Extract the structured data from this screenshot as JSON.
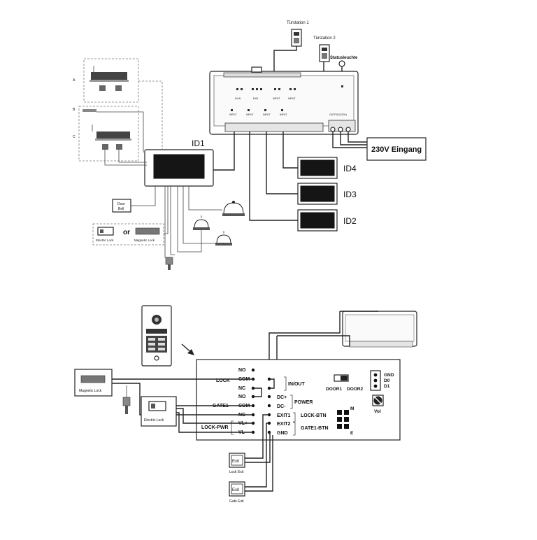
{
  "top": {
    "tuerstation1": "Türstation 1",
    "tuerstation2": "Türstation 2",
    "statusleuchte": "Statusleuchte",
    "id1": "ID1",
    "id2": "ID2",
    "id3": "ID3",
    "id4": "ID4",
    "power_in": "230V Eingang",
    "door_bell": [
      "Door",
      "Bell"
    ],
    "or": "or",
    "electric_lock": "Electric Lock",
    "magnetic_lock": "Magnetic Lock",
    "side_labels": [
      "A",
      "B",
      "C"
    ],
    "module_labels": [
      "IN-IN",
      "EXN",
      "INPUT",
      "INPUT"
    ],
    "input_labels": [
      "INPUT",
      "INPUT",
      "INPUT",
      "INPUT"
    ],
    "out_label": "OUTPUT(230V)"
  },
  "bottom": {
    "lock": "LOCK",
    "gate1": "GATE1",
    "lock_pwr": "LOCK-PWR",
    "terms_left": [
      "NO",
      "COM",
      "NC",
      "NO",
      "COM",
      "NC",
      "VL+",
      "VL-"
    ],
    "terms_right": [
      "IN/OUT",
      "DC+",
      "DC-",
      "EXIT1",
      "EXIT2",
      "GND"
    ],
    "power": "POWER",
    "lock_btn": "LOCK-BTN",
    "gate1_btn": "GATE1-BTN",
    "door1": "DOOR1",
    "door2": "DOOR2",
    "gnd": "GND",
    "d0": "D0",
    "d1": "D1",
    "vol": "Vol",
    "m": "M",
    "e": "E",
    "magnetic_lock": "Magnetic Lock",
    "electric_lock": "Electric Lock",
    "exit": "Exit",
    "lock_exit": "Lock Exit",
    "gate_exit": "Gate Exit"
  }
}
